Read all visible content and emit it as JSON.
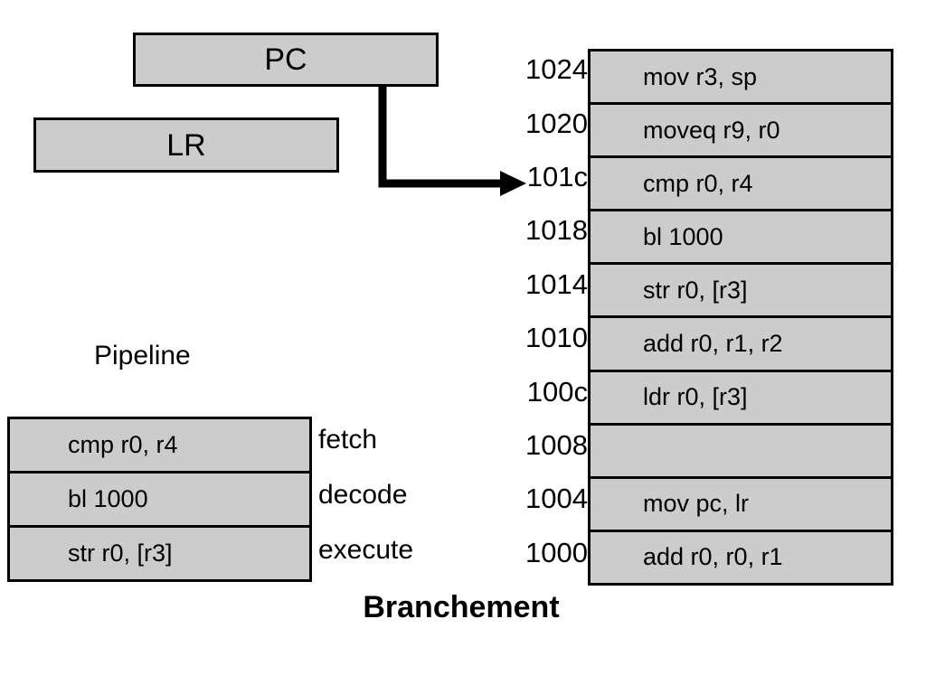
{
  "registers": [
    {
      "name": "PC",
      "label": "PC"
    },
    {
      "name": "LR",
      "label": "LR"
    }
  ],
  "pipeline": {
    "title": "Pipeline",
    "rows": [
      {
        "instruction": "cmp r0, r4",
        "stage": "fetch"
      },
      {
        "instruction": "bl 1000",
        "stage": "decode"
      },
      {
        "instruction": "str r0, [r3]",
        "stage": "execute"
      }
    ]
  },
  "memory": {
    "rows": [
      {
        "address": "1024",
        "instruction": "mov r3, sp"
      },
      {
        "address": "1020",
        "instruction": "moveq r9, r0"
      },
      {
        "address": "101c",
        "instruction": "cmp r0, r4"
      },
      {
        "address": "1018",
        "instruction": "bl 1000"
      },
      {
        "address": "1014",
        "instruction": "str r0, [r3]"
      },
      {
        "address": "1010",
        "instruction": "add r0, r1, r2"
      },
      {
        "address": "100c",
        "instruction": "ldr r0, [r3]"
      },
      {
        "address": "1008",
        "instruction": ""
      },
      {
        "address": "1004",
        "instruction": "mov pc, lr"
      },
      {
        "address": "1000",
        "instruction": "add r0, r0, r1"
      }
    ]
  },
  "pointer": {
    "name": "pc-to-memory-arrow",
    "target_address": "101c"
  },
  "caption": "Branchement",
  "colors": {
    "box_fill": "#cccccc",
    "stroke": "#000000",
    "background": "#ffffff",
    "text": "#000000"
  }
}
